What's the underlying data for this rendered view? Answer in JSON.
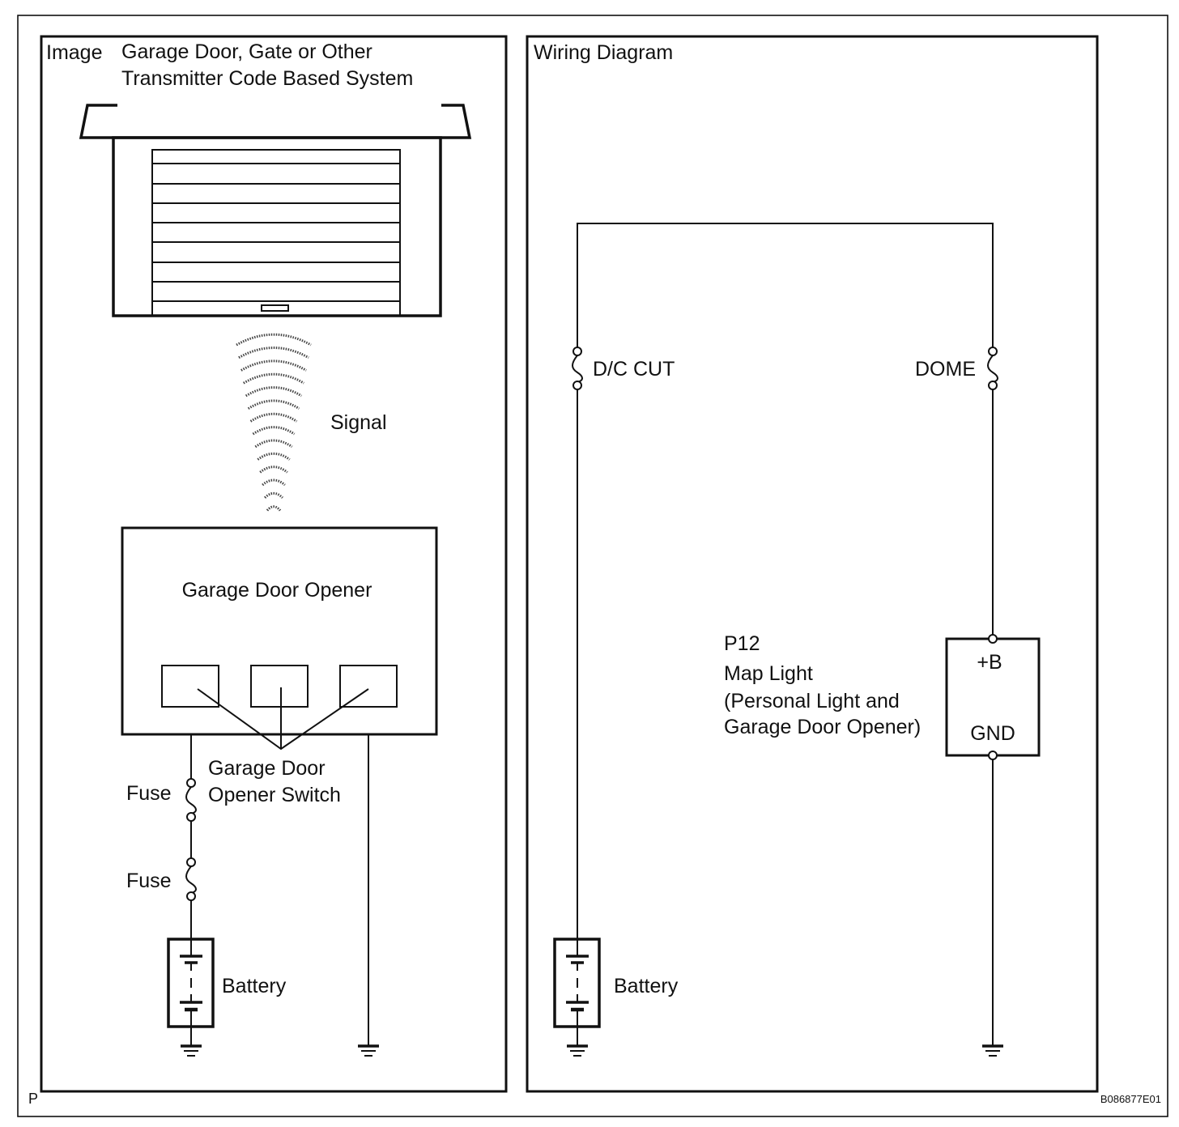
{
  "image_panel": {
    "heading": "Image",
    "title_line1": "Garage Door, Gate or Other",
    "title_line2": "Transmitter Code Based System",
    "signal_label": "Signal",
    "opener_label": "Garage Door Opener",
    "switch_label_line1": "Garage Door",
    "switch_label_line2": "Opener Switch",
    "fuse1_label": "Fuse",
    "fuse2_label": "Fuse",
    "battery_label": "Battery"
  },
  "wiring_panel": {
    "heading": "Wiring Diagram",
    "fuse_left_label": "D/C CUT",
    "fuse_right_label": "DOME",
    "component_code": "P12",
    "component_name": "Map Light",
    "component_desc_line1": "(Personal Light and",
    "component_desc_line2": "Garage Door Opener)",
    "pin_top": "+B",
    "pin_bottom": "GND",
    "battery_label": "Battery"
  },
  "footer": {
    "left_mark": "P",
    "figure_id": "B086877E01"
  }
}
